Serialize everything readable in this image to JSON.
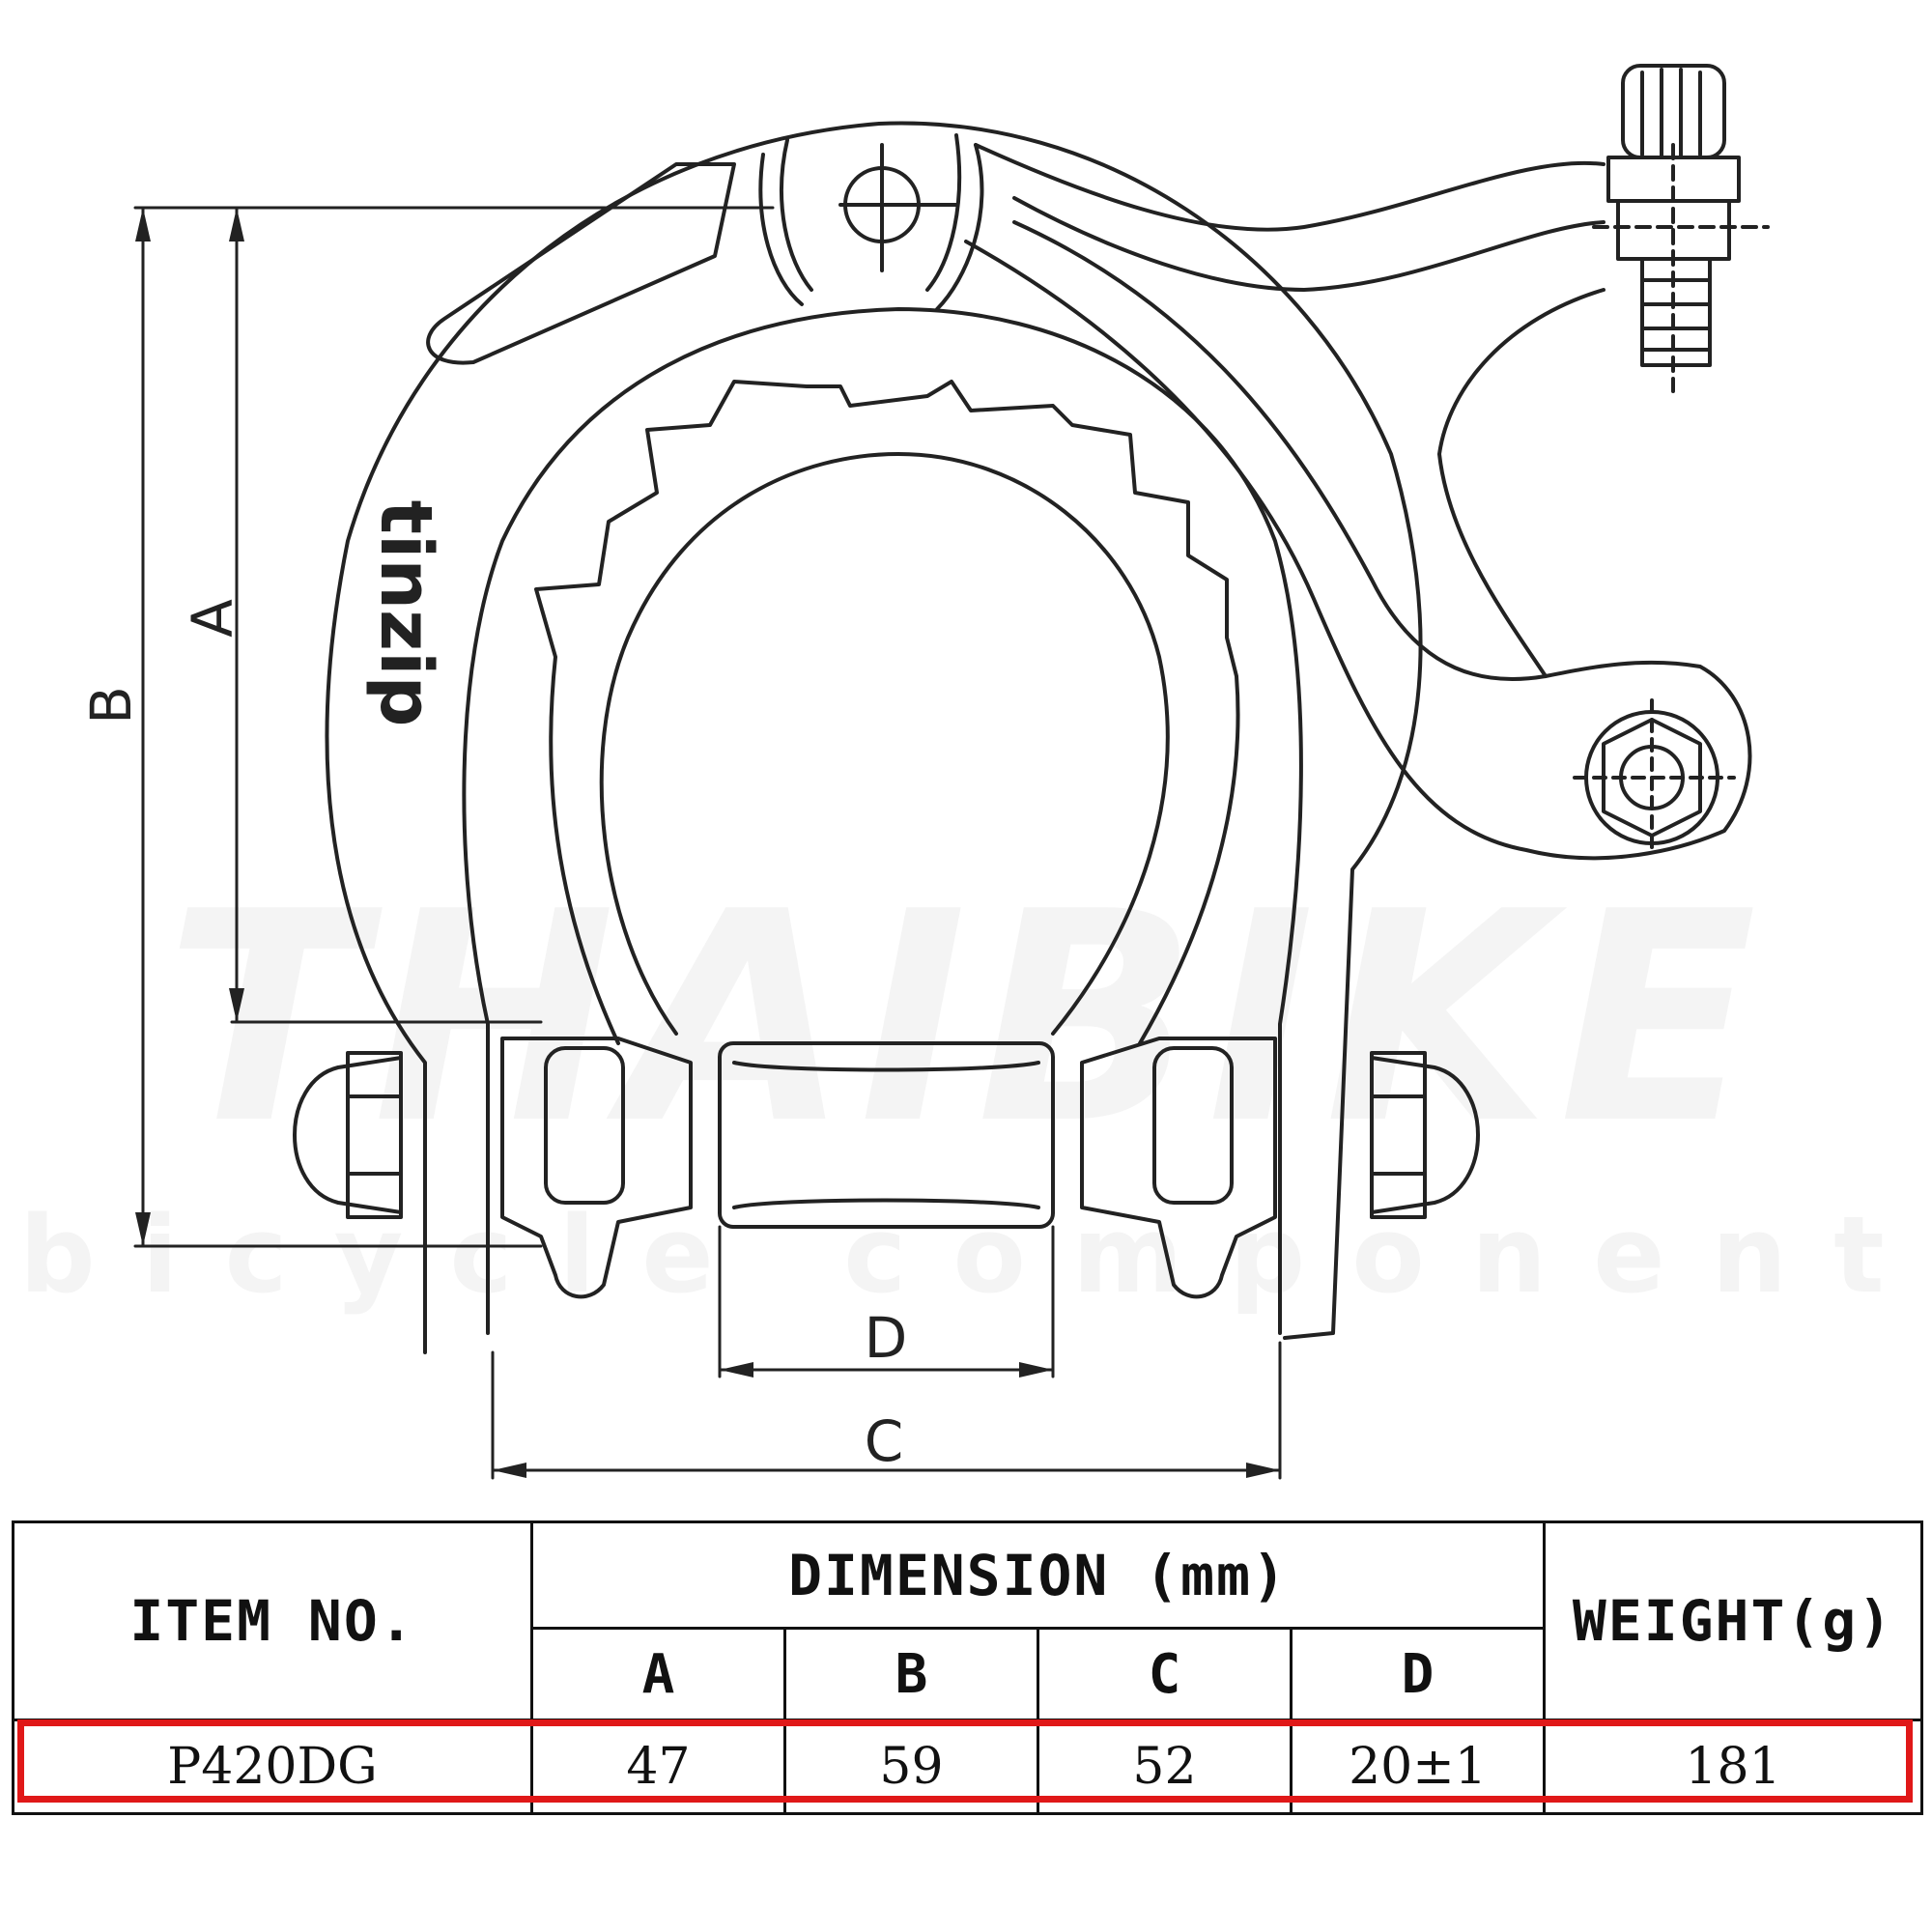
{
  "drawing": {
    "brand_mark": "tinzip",
    "dimension_labels": {
      "a": "A",
      "b": "B",
      "c": "C",
      "d": "D"
    }
  },
  "watermark": {
    "main": "THAIBIKE",
    "sub": "bicycle component thailand"
  },
  "spec_table": {
    "header_item": "ITEM NO.",
    "header_dimension": "DIMENSION (mm)",
    "header_weight": "WEIGHT(g)",
    "columns": [
      "A",
      "B",
      "C",
      "D"
    ],
    "row": {
      "item": "P420DG",
      "a": "47",
      "b": "59",
      "c": "52",
      "d": "20±1",
      "weight": "181"
    },
    "highlight_color": "#e01818"
  }
}
